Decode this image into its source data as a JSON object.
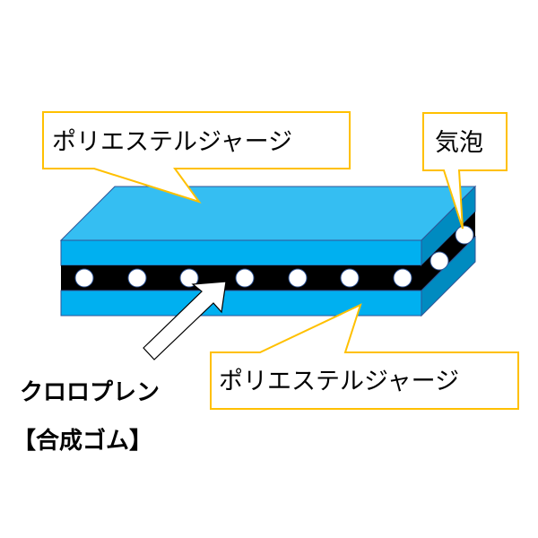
{
  "callouts": {
    "top_fabric": "ポリエステルジャージ",
    "bubble": "気泡",
    "bottom_fabric": "ポリエステルジャージ"
  },
  "core_label": {
    "line1": "クロロプレン",
    "line2": "【合成ゴム】"
  },
  "colors": {
    "top_face": "#35BEF2",
    "front_face": "#00B0F0",
    "side_face": "#008BC0",
    "core": "#000000",
    "callout_border": "#FFC000",
    "outline": "#2F5597"
  }
}
